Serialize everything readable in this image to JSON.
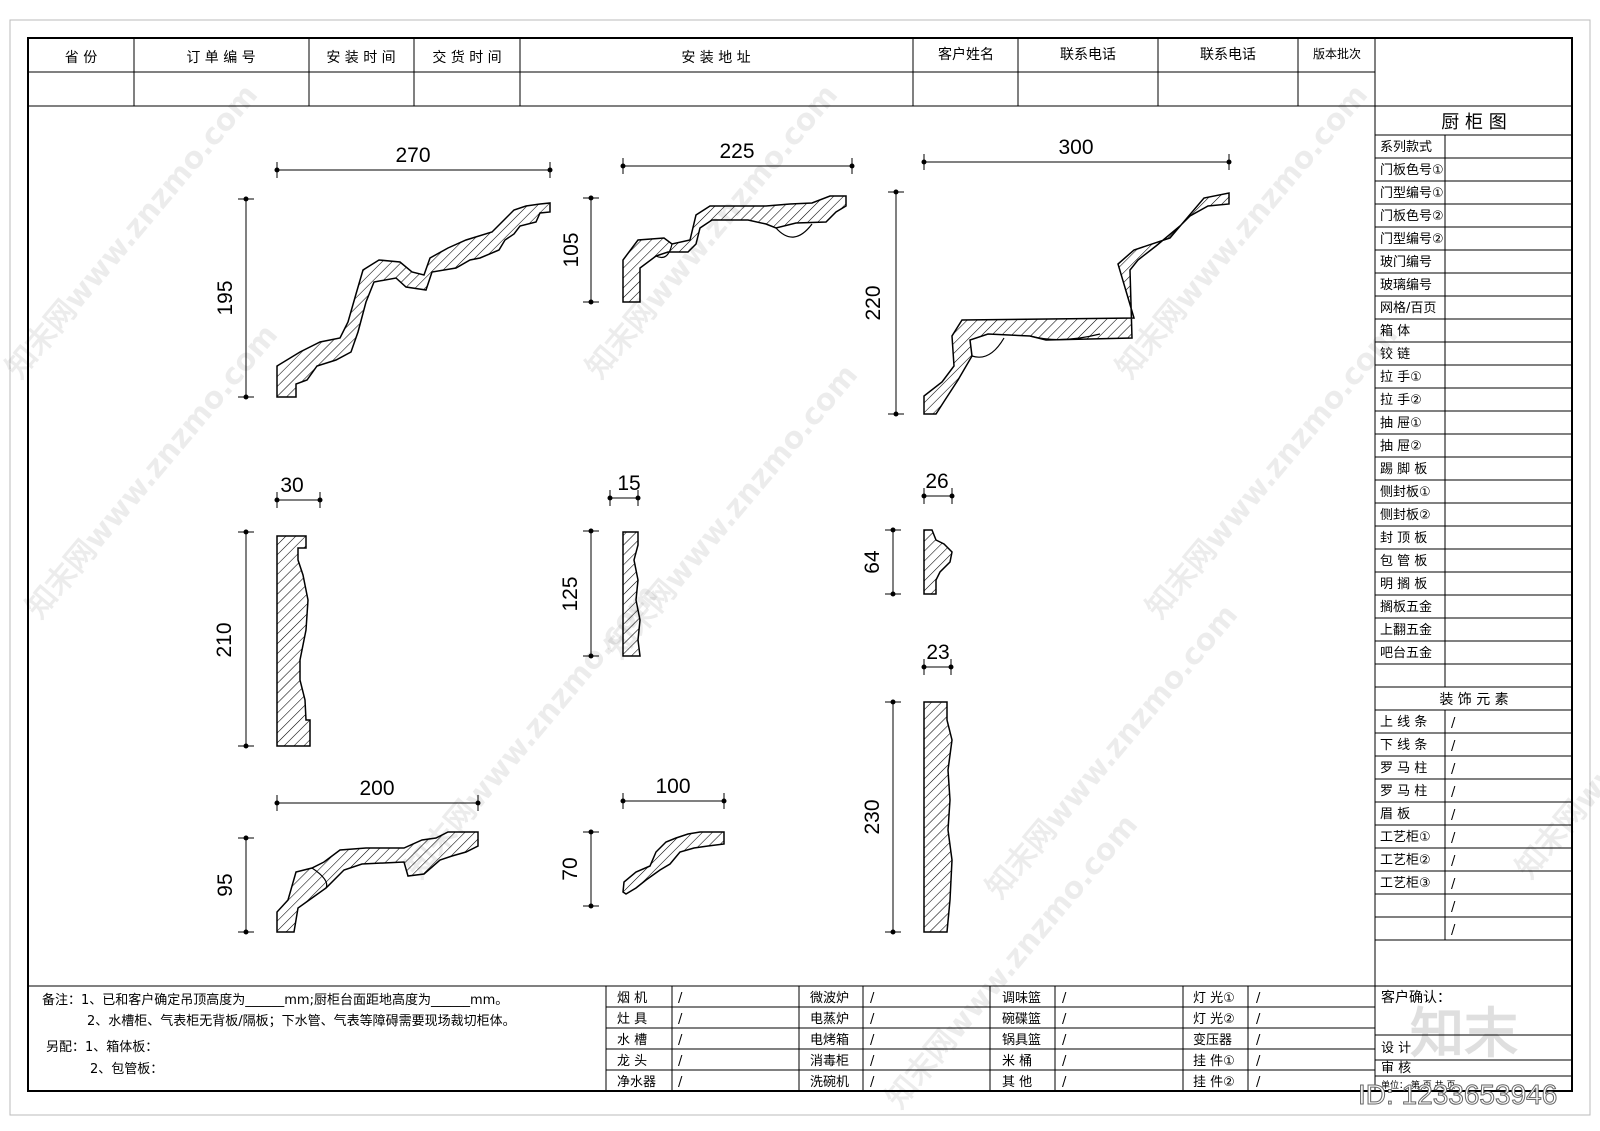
{
  "header": {
    "columns": [
      "省  份",
      "订 单 编 号",
      "安 装 时 间",
      "交 货 时 间",
      "安 装 地 址",
      "客户姓名",
      "联系电话",
      "联系电话",
      "版本批次"
    ]
  },
  "sidebar": {
    "title": "厨 柜 图",
    "items": [
      "系列款式",
      "门板色号①",
      "门型编号①",
      "门板色号②",
      "门型编号②",
      "玻门编号",
      "玻璃编号",
      "网格/百页",
      "箱    体",
      "铰    链",
      "拉   手①",
      "拉   手②",
      "抽   屉①",
      "抽   屉②",
      "踢 脚 板",
      "侧封板①",
      "侧封板②",
      "封 顶 板",
      "包 管 板",
      "明 搁 板",
      "搁板五金",
      "上翻五金",
      "吧台五金",
      ""
    ],
    "decor_title": "装 饰 元 素",
    "decor_items": [
      "上 线 条",
      "下 线 条",
      "罗 马 柱",
      "罗 马 柱",
      "眉     板",
      "工艺柜①",
      "工艺柜②",
      "工艺柜③",
      "",
      ""
    ],
    "slash": "/"
  },
  "notes": {
    "line1": "备注：1、已和客户确定吊顶高度为______mm;厨柜台面距地高度为______mm。",
    "line2": "2、水槽柜、气表柜无背板/隔板；下水管、气表等障碍需要现场裁切柜体。",
    "line3": "另配：1、箱体板：",
    "line4": "2、包管板："
  },
  "bottom_table": {
    "col1": [
      "烟    机",
      "灶    具",
      "水    槽",
      "龙    头",
      "净水器"
    ],
    "col2": [
      "微波炉",
      "电蒸炉",
      "电烤箱",
      "消毒柜",
      "洗碗机"
    ],
    "col3": [
      "调味篮",
      "碗碟篮",
      "锅具篮",
      "米    桶",
      "其    他"
    ],
    "col4": [
      "灯  光①",
      "灯  光②",
      "变压器",
      "挂  件①",
      "挂  件②"
    ],
    "slash": "/"
  },
  "signoff": {
    "customer_confirm": "客户确认：",
    "designer": "设    计",
    "reviewer": "审    核",
    "unit_row": "单位：    第    页  共    页"
  },
  "profiles": [
    {
      "width_label": "270",
      "height_label": "195"
    },
    {
      "width_label": "225",
      "height_label": "105"
    },
    {
      "width_label": "300",
      "height_label": "220"
    },
    {
      "width_label": "30",
      "height_label": "210"
    },
    {
      "width_label": "15",
      "height_label": "125"
    },
    {
      "width_label": "26",
      "height_label": "64"
    },
    {
      "width_label": "23",
      "height_label": "230"
    },
    {
      "width_label": "200",
      "height_label": "95"
    },
    {
      "width_label": "100",
      "height_label": "70"
    }
  ],
  "watermark": {
    "text": "知末网www.znzmo.com",
    "logo": "知末",
    "id_label": "ID: 1233653946"
  }
}
